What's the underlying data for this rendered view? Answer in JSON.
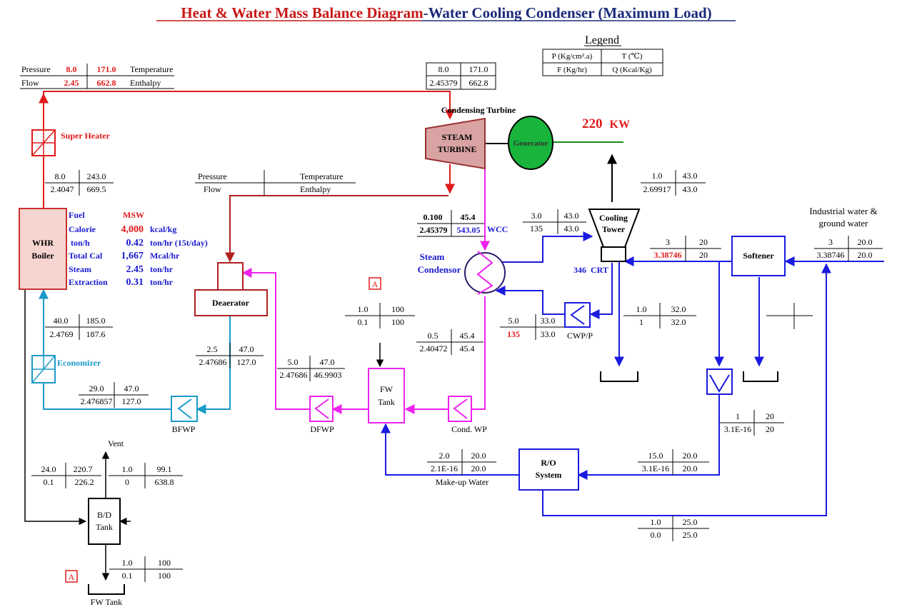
{
  "title": {
    "part1": "Heat & Water Mass Balance Diagram",
    "part2": "-Water Cooling Condenser (Maximum Load)"
  },
  "colors": {
    "steam": "#e01a1a",
    "boiler_line": "#b02020",
    "cooling": "#1a1ae0",
    "feedwater": "#ee22ee",
    "economizer": "#1a9ac8",
    "generator": "#1aa81a",
    "text_red": "#e01a1a",
    "text_blue": "#1a1ad0"
  },
  "legend": {
    "title": "Legend",
    "p": "P (Kg/cm².a)",
    "t": "T (℃)",
    "f": "F (Kg/hr)",
    "q": "Q (Kcal/Kg)"
  },
  "equipment": {
    "condensing_turbine": "Condensing Turbine",
    "steam": "STEAM",
    "turbine": "TURBINE",
    "generator": "Generator",
    "power_value": "220",
    "power_unit": "KW",
    "super_heater": "Super Heater",
    "whr_line1": "WHR",
    "whr_line2": "Boiler",
    "deaerator": "Deaerator",
    "economizer": "Economizer",
    "bfwp": "BFWP",
    "dfwp": "DFWP",
    "fw_tank_line1": "FW",
    "fw_tank_line2": "Tank",
    "cond_wp": "Cond. WP",
    "steam_condensor_line1": "Steam",
    "steam_condensor_line2": "Condensor",
    "wcc": "WCC",
    "cooling_tower_line1": "Cooling",
    "cooling_tower_line2": "Tower",
    "crt": "346  CRT",
    "cwpp": "CWP/P",
    "softener": "Softener",
    "industrial_line1": "Industrial water &",
    "industrial_line2": "ground water",
    "ro_line1": "R/O",
    "ro_line2": "System",
    "makeup_water": "Make-up Water",
    "vent": "Vent",
    "bd_line1": "B/D",
    "bd_line2": "Tank",
    "fw_tank_bottom": "FW Tank",
    "marker_a": "A"
  },
  "header_box": {
    "pressure": "Pressure",
    "flow": "Flow",
    "temperature": "Temperature",
    "enthalpy": "Enthalpy",
    "p": "8.0",
    "t": "171.0",
    "f": "2.45",
    "q": "662.8"
  },
  "deaerator_header": {
    "pressure": "Pressure",
    "temperature": "Temperature",
    "flow": "Flow",
    "enthalpy": "Enthalpy"
  },
  "boiler_info": {
    "fuel_label": "Fuel",
    "fuel_value": "MSW",
    "calorie_label": "Calorie",
    "calorie_value": "4,000",
    "calorie_unit": "kcal/kg",
    "tonh_label": " ton/h",
    "tonh_value": "0.42",
    "tonh_unit": "ton/hr (15t/day)",
    "totalcal_label": "Total Cal",
    "totalcal_value": "1,667",
    "totalcal_unit": "Mcal/hr",
    "steam_label": "Steam",
    "steam_value": "2.45",
    "steam_unit": "ton/hr",
    "extraction_label": "Extraction",
    "extraction_value": "0.31",
    "extraction_unit": "ton/hr"
  },
  "streams": {
    "turbine_in": {
      "p": "8.0",
      "t": "171.0",
      "f": "2.45379",
      "q": "662.8"
    },
    "superheater_in": {
      "p": "8.0",
      "t": "243.0",
      "f": "2.4047",
      "q": "669.5"
    },
    "turbine_exhaust": {
      "p": "0.100",
      "t": "45.4",
      "f": "2.45379",
      "q": "543.05"
    },
    "tower_in": {
      "p": "3.0",
      "t": "43.0",
      "f": "135",
      "q": "43.0"
    },
    "tower_top": {
      "p": "1.0",
      "t": "43.0",
      "f": "2.69917",
      "q": "43.0"
    },
    "tower_makeup": {
      "p": "3",
      "t": "20",
      "f": "3.38746",
      "q": "20"
    },
    "industrial": {
      "p": "3",
      "t": "20.0",
      "f": "3.38746",
      "q": "20.0"
    },
    "cwp_out": {
      "p": "5.0",
      "t": "33.0",
      "f": "135",
      "q": "33.0"
    },
    "tower_basin": {
      "p": "1.0",
      "t": "32.0",
      "f": "1",
      "q": "32.0"
    },
    "marker_a_top": {
      "p": "1.0",
      "t": "100",
      "f": "0.1",
      "q": "100"
    },
    "condensate": {
      "p": "0.5",
      "t": "45.4",
      "f": "2.40472",
      "q": "45.4"
    },
    "economizer_out": {
      "p": "40.0",
      "t": "185.0",
      "f": "2.4769",
      "q": "187.6"
    },
    "deaerator_out": {
      "p": "2.5",
      "t": "47.0",
      "f": "2.47686",
      "q": "127.0"
    },
    "dfwp_out": {
      "p": "5.0",
      "t": "47.0",
      "f": "2.47686",
      "q": "46.9903"
    },
    "bfwp_out": {
      "p": "29.0",
      "t": "47.0",
      "f": "2.476857",
      "q": "127.0"
    },
    "softener_pump": {
      "p": "1",
      "t": "20",
      "f": "3.1E-16",
      "q": "20"
    },
    "makeup": {
      "p": "2.0",
      "t": "20.0",
      "f": "2.1E-16",
      "q": "20.0"
    },
    "ro_in": {
      "p": "15.0",
      "t": "20.0",
      "f": "3.1E-16",
      "q": "20.0"
    },
    "ro_reject": {
      "p": "1.0",
      "t": "25.0",
      "f": "0.0",
      "q": "25.0"
    },
    "blowdown": {
      "p": "24.0",
      "t": "220.7",
      "f": "0.1",
      "q": "226.2"
    },
    "vent": {
      "p": "1.0",
      "t": "99.1",
      "f": "0",
      "q": "638.8"
    },
    "bd_out": {
      "p": "1.0",
      "t": "100",
      "f": "0.1",
      "q": "100"
    }
  }
}
